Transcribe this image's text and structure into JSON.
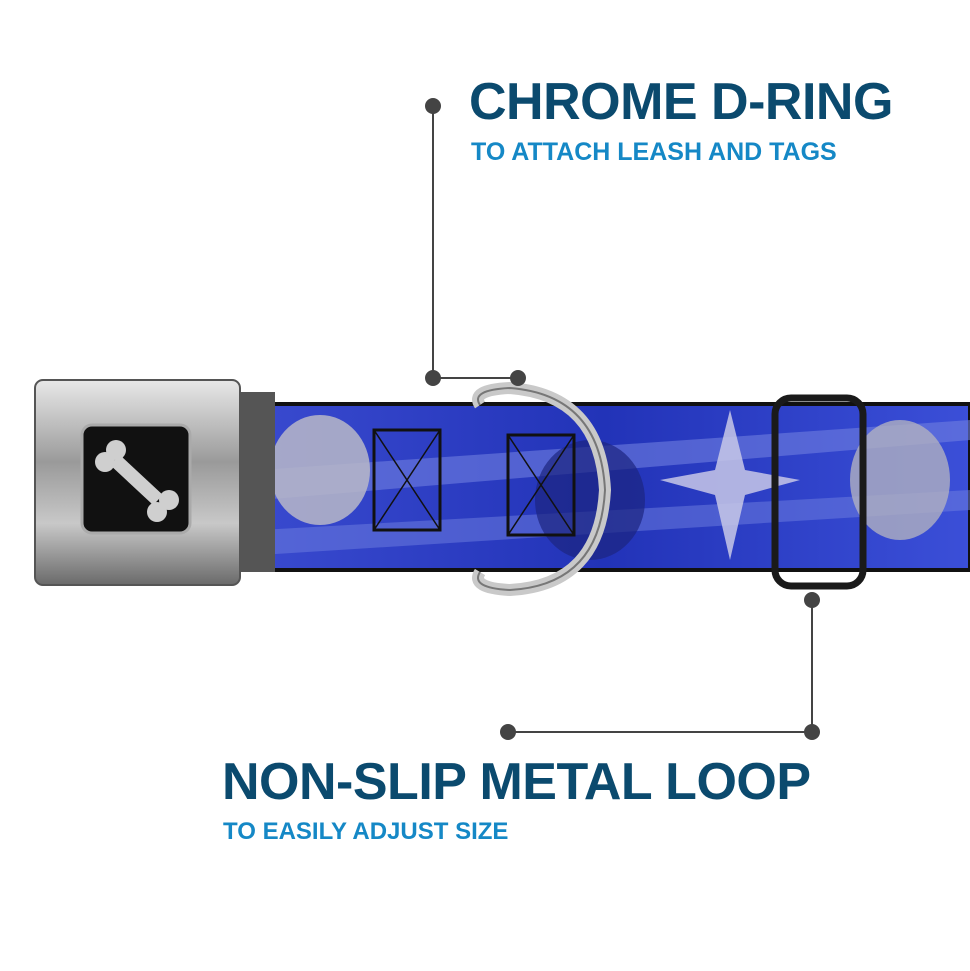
{
  "callouts": [
    {
      "title": "CHROME D-RING",
      "subtitle": "TO ATTACH LEASH AND TAGS"
    },
    {
      "title": "NON-SLIP METAL LOOP",
      "subtitle": "TO EASILY ADJUST SIZE"
    }
  ],
  "colors": {
    "title": "#0b4a6e",
    "subtitle": "#1588c6",
    "strap": "#2a3fc0",
    "leader": "#444444"
  }
}
